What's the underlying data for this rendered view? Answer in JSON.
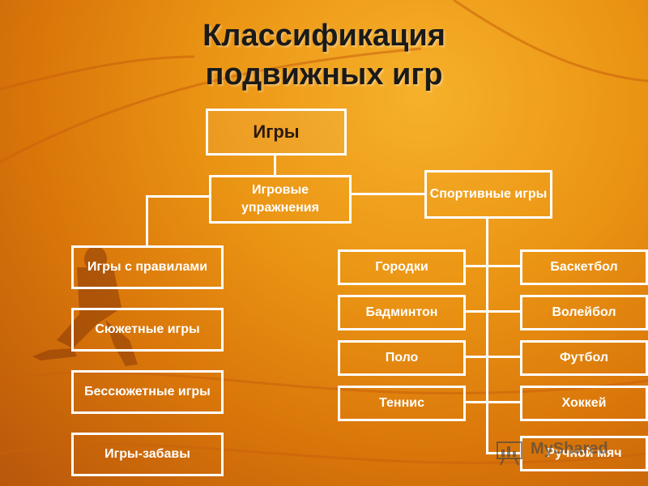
{
  "title_line1": "Классификация",
  "title_line2": "подвижных игр",
  "root": "Игры",
  "exercises": "Игровые упражнения",
  "sport": "Спортивные игры",
  "left_items": [
    "Игры с правилами",
    "Сюжетные игры",
    "Бессюжетные игры",
    "Игры-забавы"
  ],
  "mid_items": [
    "Городки",
    "Бадминтон",
    "Поло",
    "Теннис"
  ],
  "right_items": [
    "Баскетбол",
    "Волейбол",
    "Футбол",
    "Хоккей",
    "Ручной мяч"
  ],
  "watermark": "MyShared",
  "colors": {
    "box_border": "#ffffff",
    "background": "#eb9514",
    "title": "#1a1a1a"
  }
}
